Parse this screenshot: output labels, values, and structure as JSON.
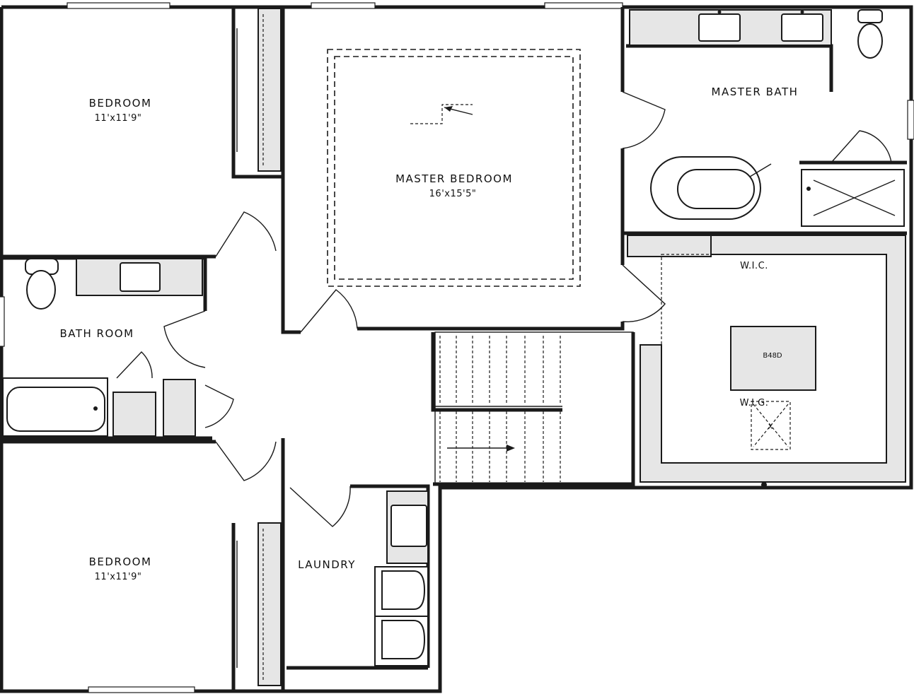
{
  "rooms": {
    "bedroom_top": {
      "name": "BEDROOM",
      "size": "11'x11'9\""
    },
    "master_bedroom": {
      "name": "MASTER BEDROOM",
      "size": "16'x15'5\""
    },
    "master_bath": {
      "name": "MASTER BATH"
    },
    "wic": {
      "name": "W.I.C."
    },
    "bath_room": {
      "name": "BATH ROOM"
    },
    "bedroom_bottom": {
      "name": "BEDROOM",
      "size": "11'x11'9\""
    },
    "laundry": {
      "name": "LAUNDRY"
    }
  },
  "fixtures": {
    "bed_label": "B48D",
    "wig_label": "W.I.G.",
    "wig_mark": "X"
  },
  "colors": {
    "wall": "#1a1a1a",
    "fixture_fill": "#e6e6e6",
    "background": "#ffffff"
  }
}
